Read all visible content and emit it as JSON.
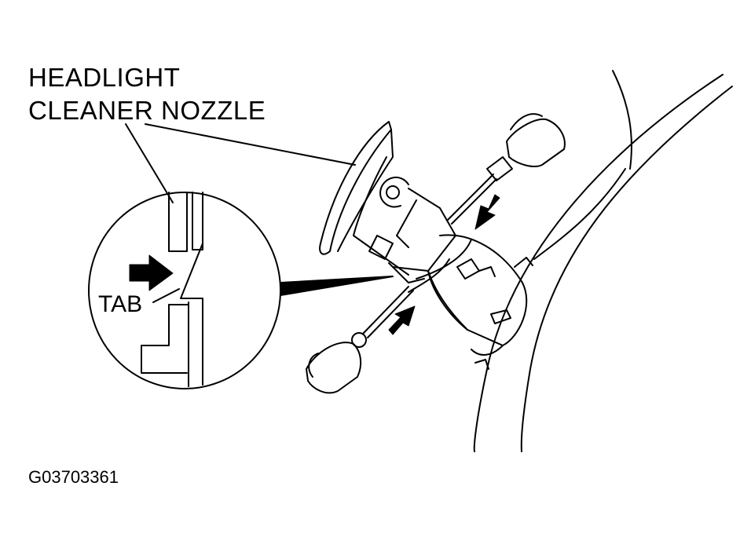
{
  "diagram": {
    "title_lines": [
      "HEADLIGHT",
      "CLEANER NOZZLE"
    ],
    "detail_label": "TAB",
    "figure_code": "G03703361"
  },
  "colors": {
    "ink": "#000000",
    "paper": "#ffffff"
  },
  "icons": [
    "push-arrow-icon",
    "screwdriver-icon"
  ]
}
